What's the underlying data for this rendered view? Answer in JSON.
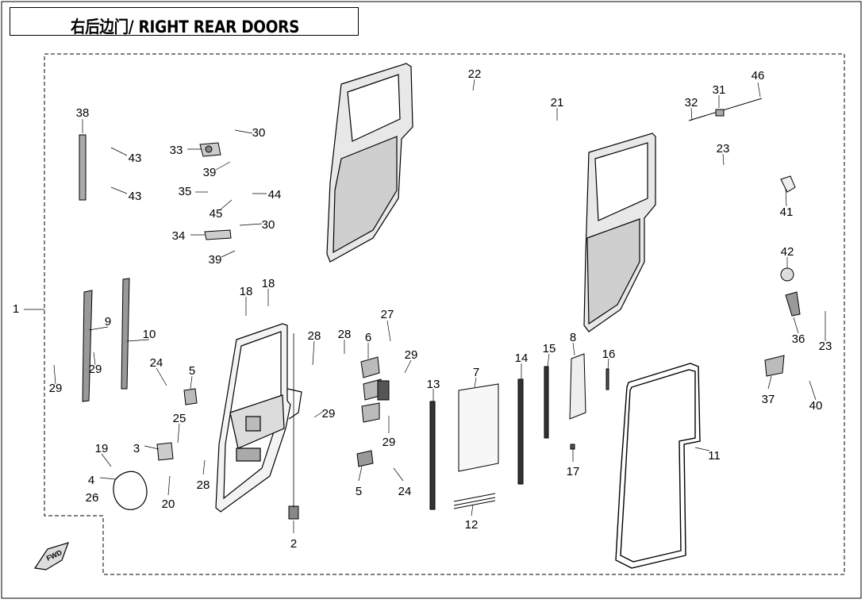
{
  "diagram": {
    "title": "右后边门/ RIGHT REAR DOORS",
    "fwd_label": "FWD",
    "callouts": [
      "1",
      "2",
      "3",
      "4",
      "5",
      "5",
      "6",
      "7",
      "8",
      "9",
      "10",
      "11",
      "12",
      "13",
      "14",
      "15",
      "16",
      "17",
      "18",
      "18",
      "19",
      "20",
      "21",
      "22",
      "23",
      "23",
      "24",
      "24",
      "25",
      "26",
      "27",
      "28",
      "28",
      "28",
      "29",
      "29",
      "29",
      "29",
      "29",
      "30",
      "30",
      "31",
      "32",
      "33",
      "34",
      "35",
      "36",
      "37",
      "38",
      "39",
      "39",
      "40",
      "41",
      "42",
      "43",
      "43",
      "44",
      "45",
      "46"
    ]
  }
}
